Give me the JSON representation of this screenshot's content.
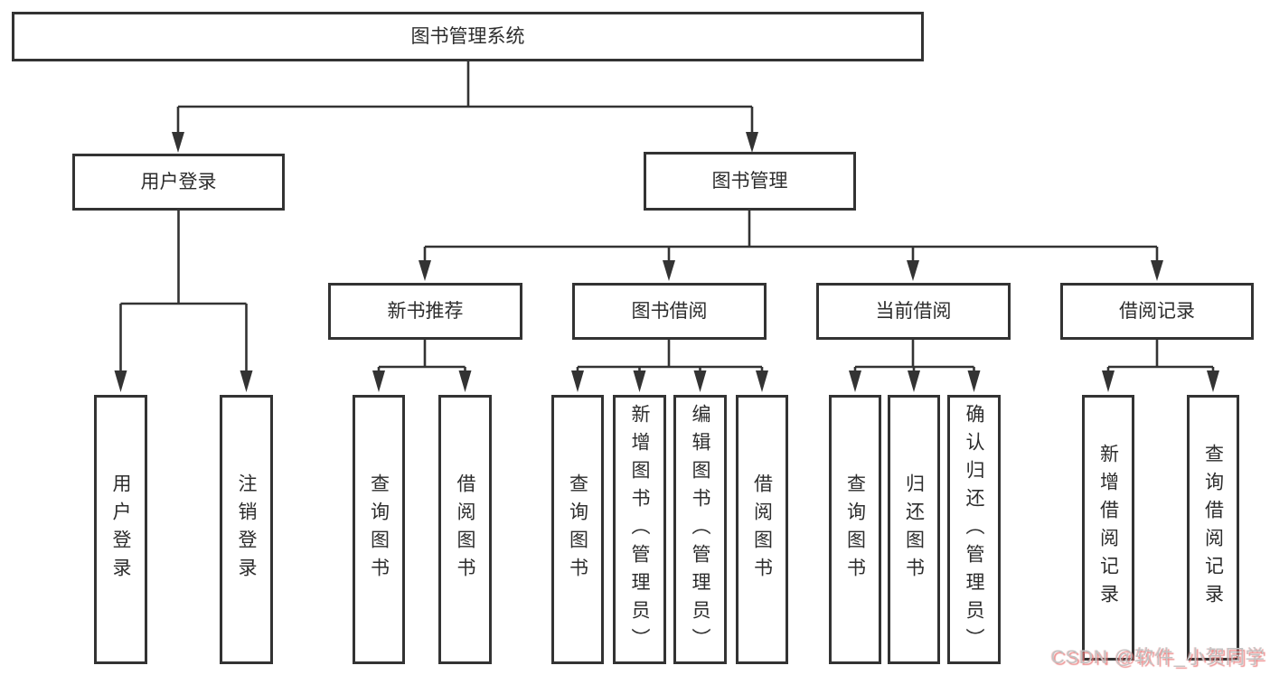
{
  "title": "图书管理系统",
  "branches": {
    "user_login": {
      "label": "用户登录",
      "children": [
        "用户登录",
        "注销登录"
      ]
    },
    "book_management": {
      "label": "图书管理",
      "sections": {
        "new_books": {
          "label": "新书推荐",
          "children": [
            "查询图书",
            "借阅图书"
          ]
        },
        "book_borrow": {
          "label": "图书借阅",
          "children": [
            "查询图书",
            "新增图书（管理员）",
            "编辑图书（管理员）",
            "借阅图书"
          ]
        },
        "current_borrow": {
          "label": "当前借阅",
          "children": [
            "查询图书",
            "归还图书",
            "确认归还（管理员）"
          ]
        },
        "borrow_records": {
          "label": "借阅记录",
          "children": [
            "新增借阅记录",
            "查询借阅记录"
          ]
        }
      }
    }
  },
  "watermark": "CSDN @软件_小贺同学",
  "colors": {
    "line": "#333333",
    "box_border": "#333333",
    "box_fill": "#ffffff",
    "text": "#2d2d2d",
    "watermark_gray": "#c3c3c3",
    "watermark_red": "#e87474"
  }
}
